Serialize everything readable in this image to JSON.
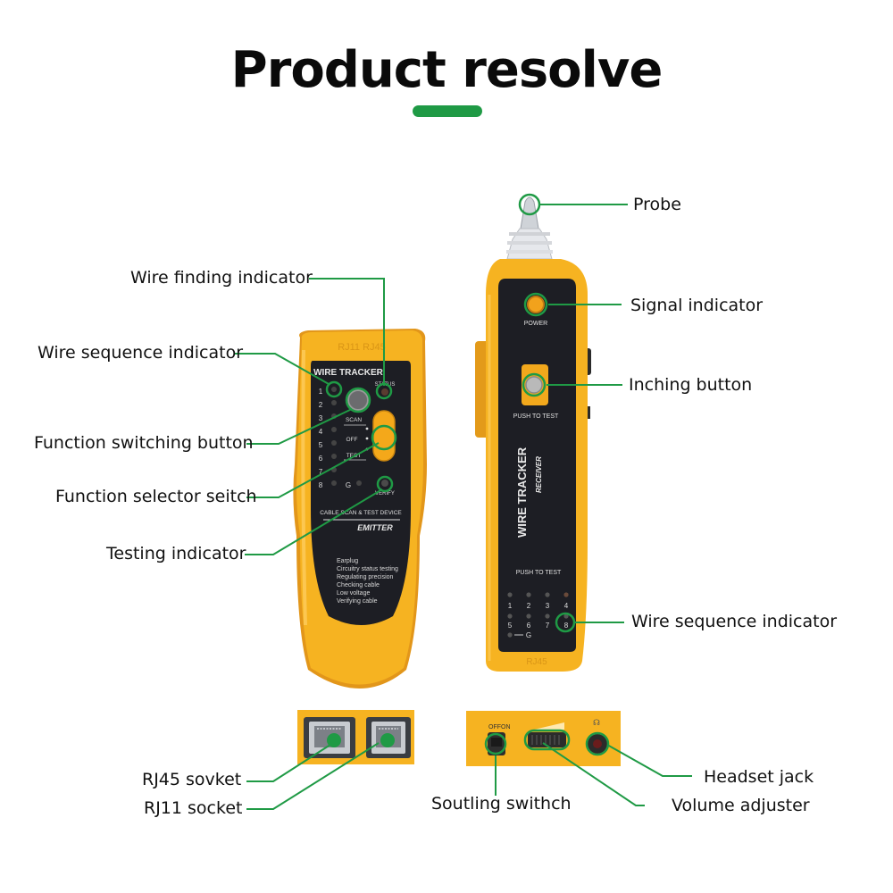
{
  "title": "Product resolve",
  "colors": {
    "accent": "#1f9a45",
    "body": "#f6b321",
    "panel": "#1d1e24"
  },
  "labels": {
    "wire_finding": "Wire finding indicator",
    "wire_sequence_left": "Wire sequence indicator",
    "function_switching": "Function switching button",
    "function_selector": "Function selector seitch",
    "testing_indicator": "Testing indicator",
    "probe": "Probe",
    "signal_indicator": "Signal indicator",
    "inching_button": "Inching button",
    "wire_sequence_right": "Wire sequence indicator",
    "rj45": "RJ45 sovket",
    "rj11": "RJ11 socket",
    "soutling_switch": "Soutling swithch",
    "volume_adjuster": "Volume adjuster",
    "headset_jack": "Headset jack"
  },
  "emitter": {
    "top_mark": "RJ11   RJ45",
    "title": "WIRE TRACKER",
    "status": "STATUS",
    "numbers": [
      "1",
      "2",
      "3",
      "4",
      "5",
      "6",
      "7",
      "8"
    ],
    "ground": "G",
    "scan": "SCAN",
    "off": "OFF",
    "test": "TEST",
    "verify": "VERIFY",
    "device_line": "CABLE SCAN & TEST DEVICE",
    "name": "EMITTER",
    "features": [
      "Earplug",
      "Circuitry status testing",
      "Regulating precision",
      "Checking cable",
      "Low voltage",
      "Verifying cable"
    ]
  },
  "receiver": {
    "power": "POWER",
    "push_top": "PUSH TO TEST",
    "title": "WIRE TRACKER",
    "subtitle": "RECEIVER",
    "push_bottom": "PUSH TO TEST",
    "row1": [
      "1",
      "2",
      "3",
      "4"
    ],
    "row2": [
      "5",
      "6",
      "7",
      "8"
    ],
    "ground": "G",
    "bottom_mark": "RJ45"
  },
  "switch_panel": {
    "off": "OFF",
    "on": "ON"
  }
}
